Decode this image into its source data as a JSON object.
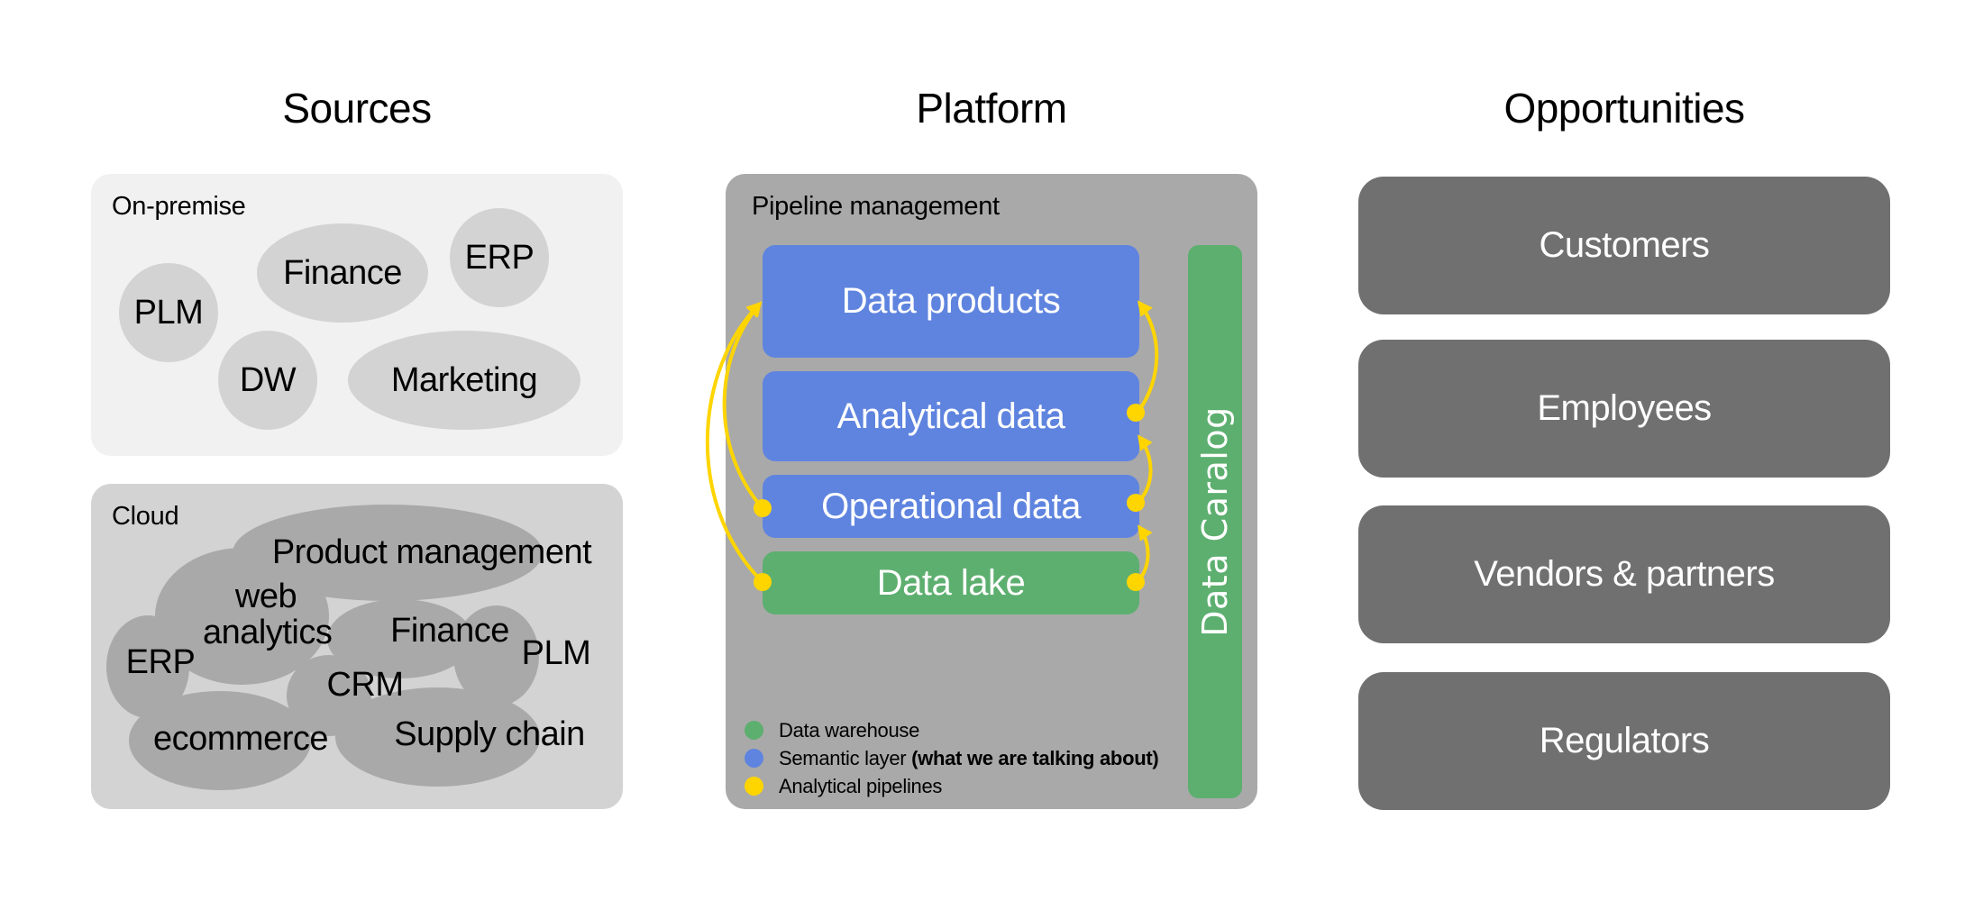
{
  "columns": {
    "sources": "Sources",
    "platform": "Platform",
    "opportunities": "Opportunities"
  },
  "sources": {
    "on_premise": {
      "label": "On-premise",
      "items": [
        "PLM",
        "Finance",
        "ERP",
        "DW",
        "Marketing"
      ]
    },
    "cloud": {
      "label": "Cloud",
      "items": [
        "Product management",
        "web analytics",
        "ERP",
        "Finance",
        "PLM",
        "CRM",
        "ecommerce",
        "Supply chain"
      ]
    }
  },
  "platform": {
    "label": "Pipeline management",
    "layers": [
      {
        "name": "Data products",
        "type": "semantic"
      },
      {
        "name": "Analytical data",
        "type": "semantic"
      },
      {
        "name": "Operational data",
        "type": "semantic"
      },
      {
        "name": "Data lake",
        "type": "warehouse"
      }
    ],
    "catalog": "Data Caralog",
    "legend": [
      {
        "label": "Data warehouse",
        "note": "",
        "color": "#5daf6f"
      },
      {
        "label": "Semantic layer ",
        "note": "(what we are talking about)",
        "color": "#5f84df"
      },
      {
        "label": "Analytical pipelines",
        "note": "",
        "color": "#ffd500"
      }
    ],
    "colors": {
      "semantic": "#5f84df",
      "warehouse": "#5daf6f",
      "pipeline": "#ffd500",
      "panel": "#a9a9a9"
    }
  },
  "opportunities": [
    "Customers",
    "Employees",
    "Vendors & partners",
    "Regulators"
  ]
}
